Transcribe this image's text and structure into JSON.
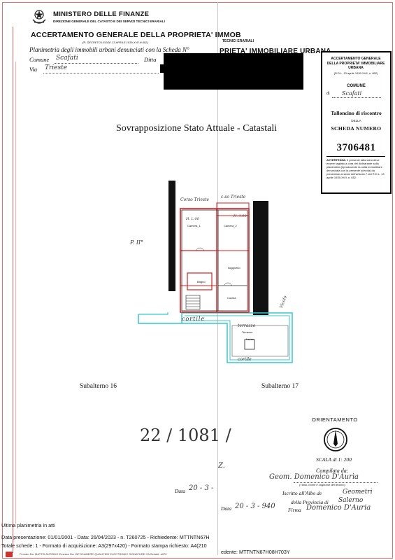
{
  "header": {
    "ministry": "MINISTERO DELLE FINANZE",
    "direction": "DIREZIONE GENERALE DEL CATASTO E DEI SERVIZI TECNICI ERARIALI",
    "title": "ACCERTAMENTO GENERALE DELLA PROPRIETA' IMMOB",
    "decree": "(R. DECRETO LEGGE 13 APRILE 1939-XVII N.652)",
    "planimetria": "Planimetria degli immobili urbani denunciati con la Scheda N°",
    "comune_label": "Comune",
    "ditta_label": "Ditta",
    "via_label": "Via",
    "second_sheet_direction": "TECNICI ERARIALI",
    "second_sheet_title": "PRIETA' IMMOBILIARE URBANA"
  },
  "talloncino": {
    "title": "ACCERTAMENTO GENERALE DELLA PROPRIETA' IMMOBILIARE URBANA",
    "decree": "(R.D.L. 13 aprile 1939-XVII, n. 652)",
    "comune_label": "COMUNE",
    "di_label": "di",
    "talloncino_label": "Talloncino di riscontro",
    "della_label": "DELLA",
    "scheda_label": "SCHEDA NUMERO",
    "scheda_number": "3706481",
    "avvertenza_title": "AVVERTENZA:",
    "avvertenza_text": "Il presente talloncino deve essere tagliato a cura del dichiarante sulla planimetria (riproducente la unità immobiliare denunciata con la presente scheda) da presentare ai sensi dell'articolo 7 del R.D.L. 13 aprile 1939-XVII, n. 652."
  },
  "overlay_title": "Sovrapposizione Stato Attuale - Catastali",
  "plan": {
    "rooms": [
      "Camera_1",
      "Camera_2",
      "soggiorno",
      "Bagno",
      "Cucina",
      "Terrazzo",
      "Lavan"
    ],
    "handwritten": [
      "Corso Trieste",
      "c.so Trieste",
      "H. L.00",
      "H. 3.00",
      "P. II°",
      "cortile",
      "terrazzo",
      "cortile",
      "Vicolo"
    ]
  },
  "subalterni": {
    "left": "Subalterno 16",
    "right": "Subalterno 17"
  },
  "lower": {
    "scheda_hand": "22 / 1081 /",
    "orientamento": "ORIENTAMENTO",
    "scala": "SCALA di 1: 200",
    "compilata": "Compilata da:",
    "compilata_name": "Geom. Domenico D'Aurìa",
    "compilata_sub": "(Titolo, nome e cognome del tecnico)",
    "iscritto": "Iscritto all'Albo de",
    "iscritto_val": "Geometri",
    "provincia": "della Provincia di",
    "provincia_val": "Salerno",
    "data_label": "Data",
    "data_val": "20 - 3 - 940",
    "data_val_left": "20 - 3 -",
    "firma": "Firma",
    "mark": "Z."
  },
  "footer": {
    "ultima": "Ultima planimetria in atti",
    "line1": "Data presentazione: 01/01/2001 - Data: 26/04/2023 - n. T260725 - Richiedente: MTTNTN67H",
    "line2": "Totale schede: 1 - Formato di acquisizione: A3(297x420) - Formato stampa richiesto: A4(210",
    "line3_right": "edente: MTTNTN67H08H703Y",
    "signature": "Firmato Da: MATTEI ANTONIO Emesso Da: INFOCAMERE QUALIFIED ELECTRONIC SIGNATURE CA Serial#: a970"
  }
}
